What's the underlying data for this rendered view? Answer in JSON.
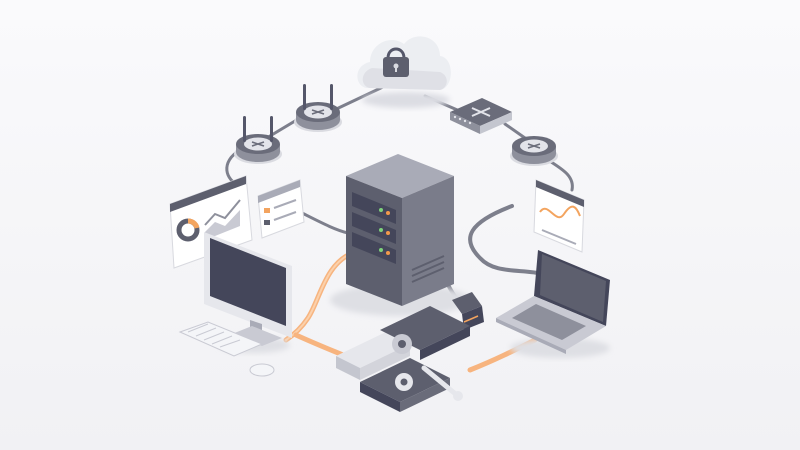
{
  "illustration": {
    "theme": "isometric network infrastructure",
    "palette": {
      "background": "#f6f6f8",
      "device_light": "#e6e7ec",
      "device_mid": "#a9abb7",
      "device_dark": "#5d5f6e",
      "screen": "#44465a",
      "cable_gray": "#7d7f8c",
      "cable_orange": "#f7b47f",
      "led_orange": "#f29a4b",
      "led_green": "#7ed37b",
      "chart_line": "#f3a45f"
    },
    "components": [
      {
        "key": "cloud",
        "icon": "lock-icon"
      },
      {
        "key": "router_left",
        "icon": "router-icon"
      },
      {
        "key": "router_mid",
        "icon": "router-icon"
      },
      {
        "key": "network_switch",
        "icon": "switch-icon"
      },
      {
        "key": "router_right",
        "icon": "router-icon"
      },
      {
        "key": "server_rack",
        "icon": "server-icon"
      },
      {
        "key": "dashboard_panels",
        "icon": "analytics-icon"
      },
      {
        "key": "chart_panel",
        "icon": "line-chart-icon"
      },
      {
        "key": "desktop_monitor",
        "icon": "monitor-icon"
      },
      {
        "key": "keyboard",
        "icon": "keyboard-icon"
      },
      {
        "key": "mouse",
        "icon": "mouse-icon"
      },
      {
        "key": "laptop",
        "icon": "laptop-icon"
      },
      {
        "key": "ethernet_plug",
        "icon": "rj45-plug-icon"
      },
      {
        "key": "puzzle_tools",
        "icon": "gear-wrench-icon"
      }
    ]
  }
}
